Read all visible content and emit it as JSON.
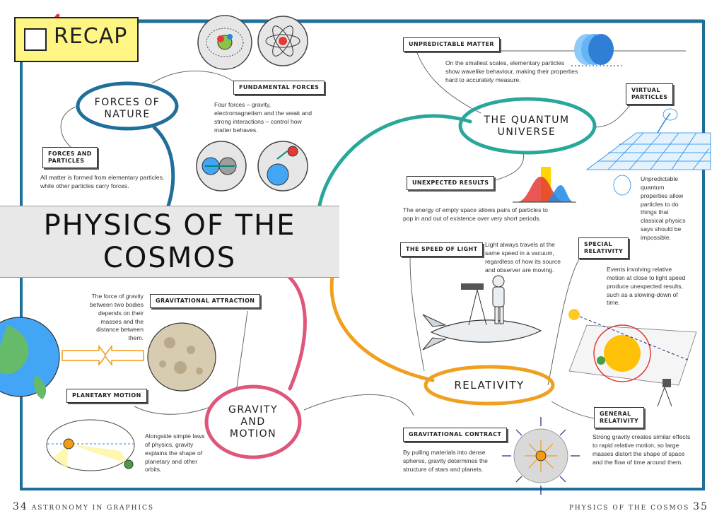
{
  "recap": {
    "label": "RECAP"
  },
  "title": {
    "line1": "PHYSICS OF THE",
    "line2": "COSMOS"
  },
  "bubbles": {
    "forces": {
      "line1": "FORCES OF",
      "line2": "NATURE"
    },
    "quantum": {
      "line1": "THE QUANTUM",
      "line2": "UNIVERSE"
    },
    "gravity": {
      "line1": "GRAVITY",
      "line2": "AND",
      "line3": "MOTION"
    },
    "relativity": {
      "line1": "RELATIVITY"
    }
  },
  "sections": {
    "fundamental_forces": {
      "label": "FUNDAMENTAL FORCES",
      "text": "Four forces – gravity, electromagnetism and the weak and strong interactions – control how matter behaves."
    },
    "forces_particles": {
      "label1": "FORCES AND",
      "label2": "PARTICLES",
      "text": "All matter is formed from elementary particles, while other particles carry forces."
    },
    "unpredictable_matter": {
      "label": "UNPREDICTABLE MATTER",
      "text": "On the smallest scales, elementary particles show wavelike behaviour, making their properties hard to accurately measure."
    },
    "virtual_particles": {
      "label1": "VIRTUAL",
      "label2": "PARTICLES",
      "text": "Unpredictable quantum properties allow particles to do things that classical physics says should be impossible."
    },
    "unexpected_results": {
      "label": "UNEXPECTED RESULTS",
      "text": "The energy of empty space allows pairs of particles to pop in and out of existence over very short periods."
    },
    "speed_of_light": {
      "label": "THE SPEED OF LIGHT",
      "text": "Light always travels at the same speed in a vacuum, regardless of how its source and observer are moving."
    },
    "special_relativity": {
      "label1": "SPECIAL",
      "label2": "RELATIVITY",
      "text": "Events involving relative motion at close to light speed produce unexpected results, such as a slowing-down of time."
    },
    "gravitational_attraction": {
      "label": "GRAVITATIONAL ATTRACTION",
      "text": "The force of gravity between two bodies depends on their masses and the distance between them."
    },
    "planetary_motion": {
      "label": "PLANETARY MOTION",
      "text": "Alongside simple laws of physics, gravity explains the shape of planetary and other orbits."
    },
    "gravitational_contract": {
      "label": "GRAVITATIONAL CONTRACT",
      "text": "By pulling materials into dense spheres, gravity determines the structure of stars and planets."
    },
    "general_relativity": {
      "label1": "GENERAL",
      "label2": "RELATIVITY",
      "text": "Strong gravity creates similar effects to rapid relative motion, so large masses distort the shape of space and the flow of time around them."
    }
  },
  "footer": {
    "left_num": "34",
    "left_text": "ASTRONOMY IN GRAPHICS",
    "right_text": "PHYSICS OF THE COSMOS",
    "right_num": "35"
  },
  "colors": {
    "frame": "#1f6f9a",
    "forces_ring": "#1f6f9a",
    "quantum_ring": "#2aa79b",
    "gravity_ring": "#e0557a",
    "relativity_ring": "#f0a020",
    "recap_bg": "#fff582",
    "check": "#e53935"
  }
}
